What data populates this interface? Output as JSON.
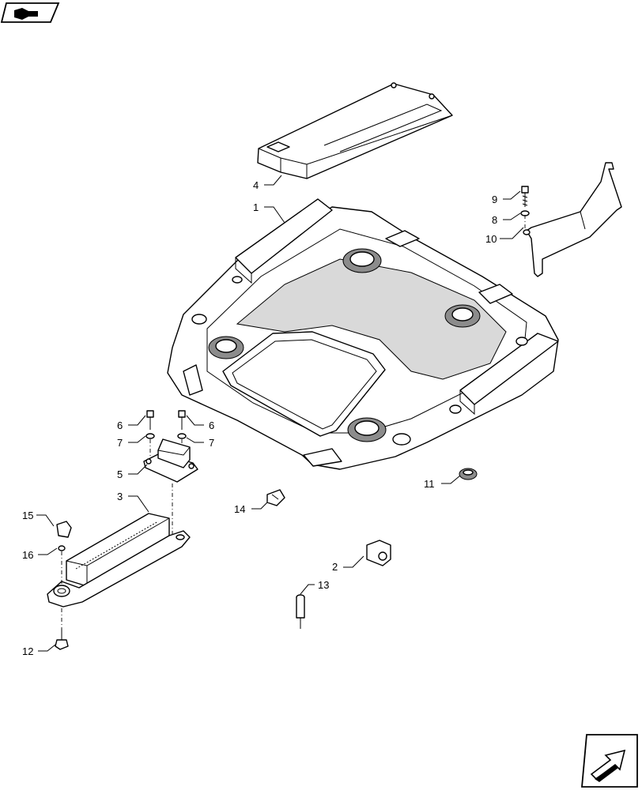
{
  "diagram": {
    "callouts": [
      {
        "id": "1",
        "text": "1"
      },
      {
        "id": "2",
        "text": "2"
      },
      {
        "id": "3",
        "text": "3"
      },
      {
        "id": "4",
        "text": "4"
      },
      {
        "id": "5",
        "text": "5"
      },
      {
        "id": "6a",
        "text": "6"
      },
      {
        "id": "6b",
        "text": "6"
      },
      {
        "id": "7a",
        "text": "7"
      },
      {
        "id": "7b",
        "text": "7"
      },
      {
        "id": "8",
        "text": "8"
      },
      {
        "id": "9",
        "text": "9"
      },
      {
        "id": "10",
        "text": "10"
      },
      {
        "id": "11",
        "text": "11"
      },
      {
        "id": "12",
        "text": "12"
      },
      {
        "id": "13",
        "text": "13"
      },
      {
        "id": "14",
        "text": "14"
      },
      {
        "id": "15",
        "text": "15"
      },
      {
        "id": "16",
        "text": "16"
      }
    ]
  },
  "icons": {
    "top_left": "manual-book-icon",
    "bottom_right": "next-page-arrow-icon"
  }
}
